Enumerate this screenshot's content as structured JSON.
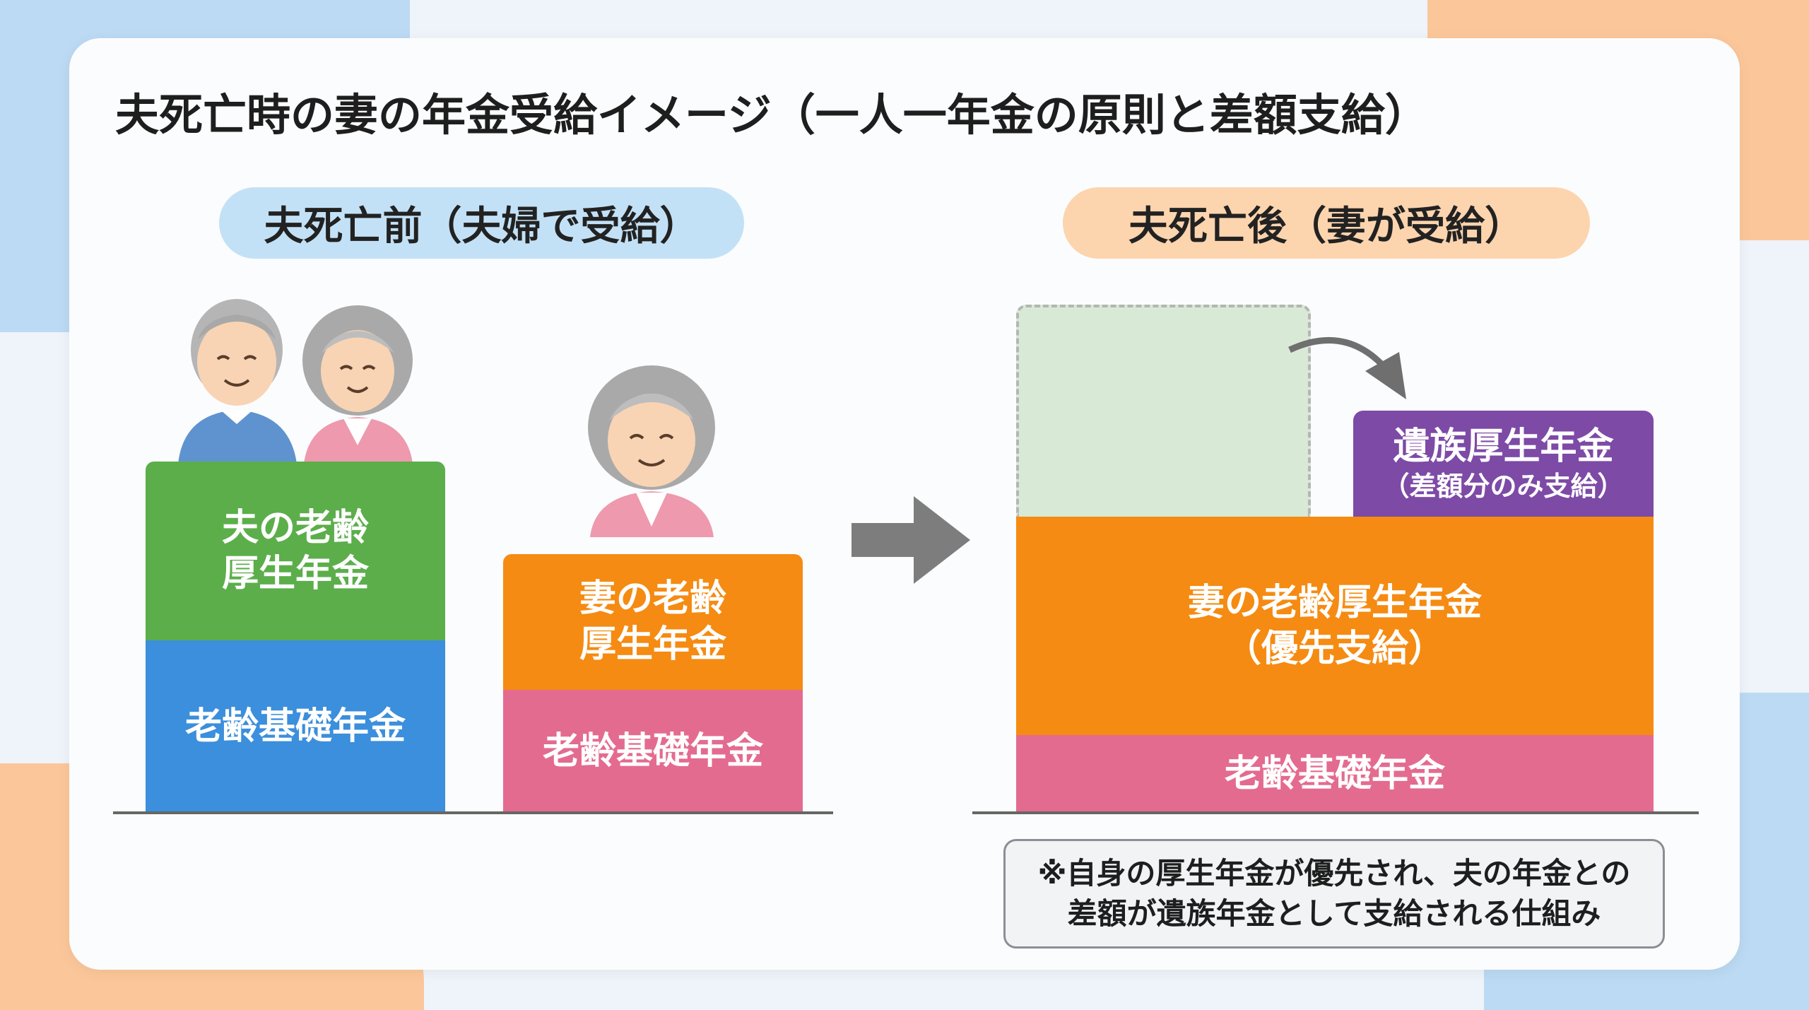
{
  "title": "夫死亡時の妻の年金受給イメージ（一人一年金の原則と差額支給）",
  "before": {
    "label": "夫死亡前（夫婦で受給）",
    "husband_upper": [
      "夫の老齢",
      "厚生年金"
    ],
    "husband_lower": "老齢基礎年金",
    "wife_upper": [
      "妻の老齢",
      "厚生年金"
    ],
    "wife_lower": "老齢基礎年金"
  },
  "after": {
    "label": "夫死亡後（妻が受給）",
    "survivor_title": "遺族厚生年金",
    "survivor_sub": "（差額分のみ支給）",
    "wife_upper": [
      "妻の老齢厚生年金",
      "（優先支給）"
    ],
    "wife_lower": "老齢基礎年金"
  },
  "note": [
    "※自身の厚生年金が優先され、夫の年金との",
    "差額が遺族年金として支給される仕組み"
  ],
  "colors": {
    "green": "#5cae4b",
    "blue": "#3b8fdc",
    "orange": "#f58b12",
    "pink": "#e46b90",
    "purple": "#7d4aa6",
    "ghost": "#d8ead5"
  }
}
